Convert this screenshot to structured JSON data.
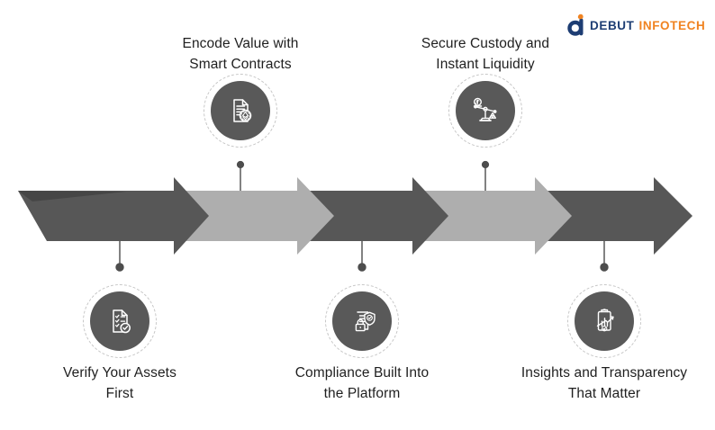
{
  "brand": {
    "name_primary": "DEBUT",
    "name_secondary": "INFOTECH",
    "logo_icon": "debut-d-logo-icon"
  },
  "diagram": {
    "type": "process-flow",
    "direction": "left-to-right",
    "segment_count": 5
  },
  "steps": [
    {
      "position": "bottom",
      "icon": "asset-checklist-icon",
      "line1": "Verify Your Assets",
      "line2": "First",
      "label": "Verify Your Assets First"
    },
    {
      "position": "top",
      "icon": "smart-contract-document-icon",
      "line1": "Encode Value with",
      "line2": "Smart Contracts",
      "label": "Encode Value with Smart Contracts"
    },
    {
      "position": "bottom",
      "icon": "compliance-lock-shield-icon",
      "line1": "Compliance Built Into",
      "line2": "the Platform",
      "label": "Compliance Built Into the Platform"
    },
    {
      "position": "top",
      "icon": "custody-balance-scale-icon",
      "line1": "Secure Custody and",
      "line2": "Instant Liquidity",
      "label": "Secure Custody and Instant Liquidity"
    },
    {
      "position": "bottom",
      "icon": "insights-clipboard-chart-icon",
      "line1": "Insights and Transparency",
      "line2": "That Matter",
      "label": "Insights and Transparency That Matter"
    }
  ],
  "colors": {
    "background": "#FFFFFF",
    "arrow_dark": "#575757",
    "arrow_light": "#AEAEAE",
    "icon_circle_fill": "#595959",
    "icon_stroke": "#FFFFFF",
    "dashed_ring": "#C6C6C6",
    "connector": "#4D4D4D",
    "text": "#1F1F1F",
    "brand_navy": "#1D3D73",
    "brand_orange": "#F08321"
  }
}
